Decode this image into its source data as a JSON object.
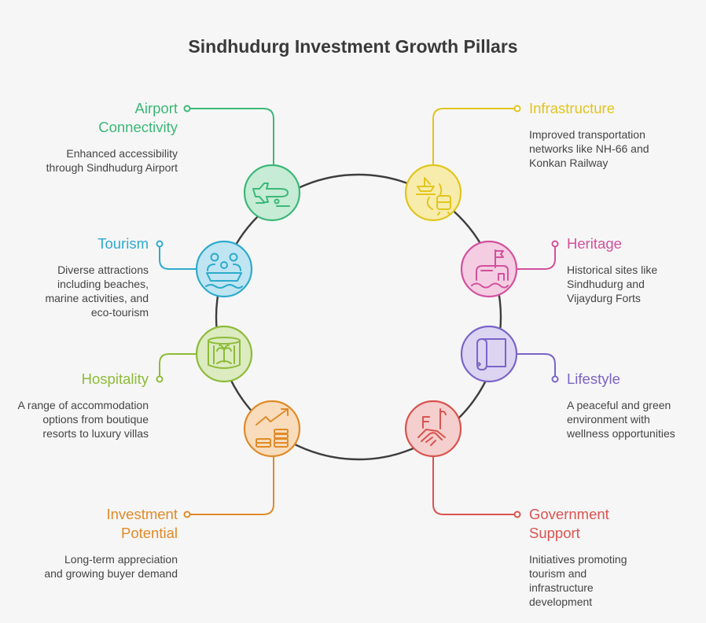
{
  "title": "Sindhudurg Investment Growth Pillars",
  "pillars": [
    {
      "id": "airport",
      "title": "Airport Connectivity",
      "description": "Enhanced accessibility through Sindhudurg Airport",
      "color": "#3cb878",
      "fill": "#c6ecd5",
      "icon": "airplane-icon"
    },
    {
      "id": "infrastructure",
      "title": "Infrastructure",
      "description": "Improved transportation networks like NH-66 and Konkan Railway",
      "color": "#e1c51d",
      "fill": "#f8ecac",
      "icon": "transport-icon"
    },
    {
      "id": "tourism",
      "title": "Tourism",
      "description": "Diverse attractions including beaches, marine activities, and eco-tourism",
      "color": "#2eaacc",
      "fill": "#bfe5f2",
      "icon": "boat-people-icon"
    },
    {
      "id": "heritage",
      "title": "Heritage",
      "description": "Historical sites like Sindhudurg and Vijaydurg Forts",
      "color": "#d2519d",
      "fill": "#f4cde2",
      "icon": "fort-icon"
    },
    {
      "id": "hospitality",
      "title": "Hospitality",
      "description": "A range of accommodation options from boutique resorts to luxury villas",
      "color": "#8dbb38",
      "fill": "#dcebc0",
      "icon": "resort-icon"
    },
    {
      "id": "lifestyle",
      "title": "Lifestyle",
      "description": "A peaceful and green environment with wellness opportunities",
      "color": "#7a64c8",
      "fill": "#dcd5f2",
      "icon": "scroll-map-icon"
    },
    {
      "id": "investment",
      "title": "Investment Potential",
      "description": "Long-term appreciation and growing buyer demand",
      "color": "#e08a28",
      "fill": "#f8dcbc",
      "icon": "growth-chart-icon"
    },
    {
      "id": "government",
      "title": "Government Support",
      "description": "Initiatives promoting tourism and infrastructure development",
      "color": "#d9534f",
      "fill": "#f4cfcd",
      "icon": "handshake-icon"
    }
  ]
}
